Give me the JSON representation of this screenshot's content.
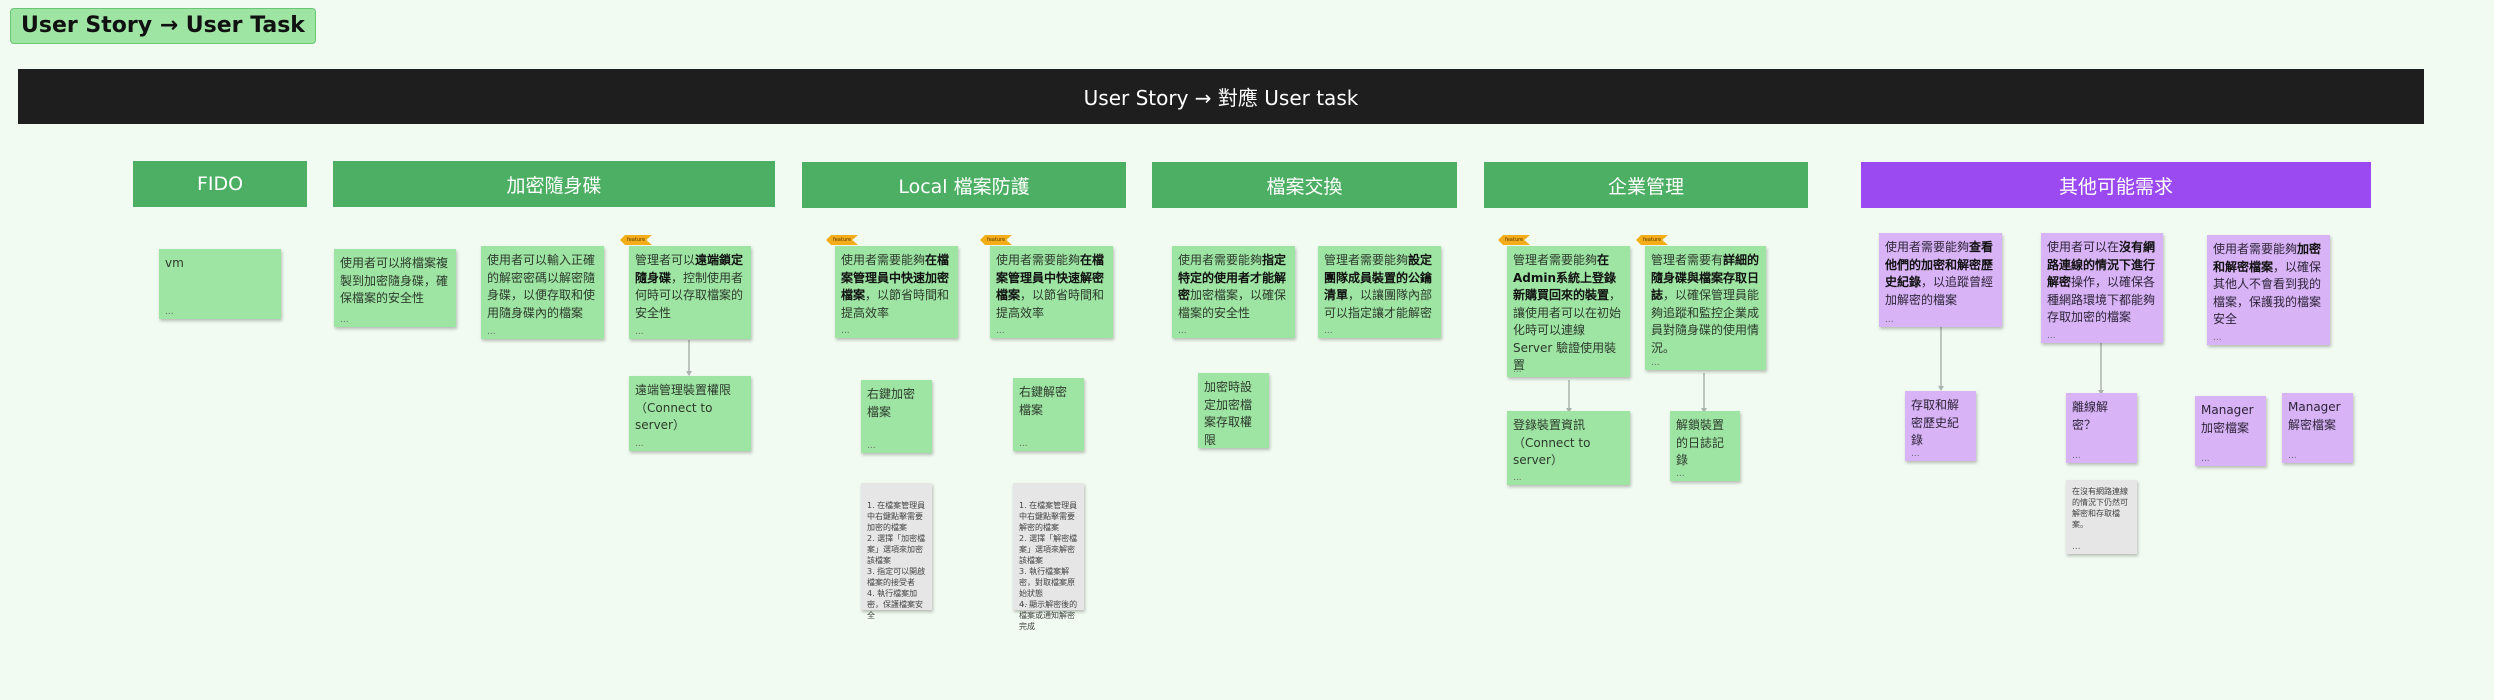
{
  "board": {
    "title": "User Story → User Task"
  },
  "banner": "User Story → 對應 User task",
  "colors": {
    "green_header": "#4caf63",
    "purple_header": "#9b49f0",
    "green_note": "#9ee4a3",
    "purple_note": "#d8b3f6",
    "gray_note": "#e6e6e6",
    "banner": "#1e1e1e",
    "tag": "#f4ad18"
  },
  "headers": [
    "FIDO",
    "加密隨身碟",
    "Local 檔案防護",
    "檔案交換",
    "企業管理",
    "其他可能需求"
  ],
  "tag_label": "feature",
  "ellipsis": "...",
  "notes": {
    "fido_vm": "vm",
    "usb_copy": "使用者可以將檔案複製到加密隨身碟，確保檔案的安全性",
    "usb_password": "使用者可以輸入正確的解密密碼以解密隨身碟，以便存取和使用隨身碟內的檔案",
    "usb_remote_a": "管理者可以",
    "usb_remote_b": "遠端鎖定隨身碟",
    "usb_remote_c": "，控制使用者何時可以存取檔案的安全性",
    "usb_remote_task": "遠端管理裝置權限（Connect to server）",
    "local_enc_a": "使用者需要能夠",
    "local_enc_b": "在檔案管理員中快速加密檔案",
    "local_enc_c": "，以節省時間和提高效率",
    "local_dec_a": "使用者需要能夠",
    "local_dec_b": "在檔案管理員中快速解密檔案",
    "local_dec_c": "，以節省時間和提高效率",
    "local_enc_task": "右鍵加密檔案",
    "local_dec_task": "右鍵解密檔案",
    "local_enc_steps": "1. 在檔案管理員中右鍵點擊需要加密的檔案\n2. 選擇「加密檔案」選項來加密該檔案\n3. 指定可以開啟檔案的接受者\n4. 執行檔案加密，保護檔案安全",
    "local_dec_steps": "1. 在檔案管理員中右鍵點擊需要解密的檔案\n2. 選擇「解密檔案」選項來解密該檔案\n3. 執行檔案解密，對取檔案原始狀態\n4. 顯示解密後的檔案或通知解密完成",
    "ex_specific_a": "使用者需要能夠",
    "ex_specific_b": "指定特定的使用者才能解密",
    "ex_specific_c": "加密檔案，以確保檔案的安全性",
    "ex_public_a": "管理者需要能夠",
    "ex_public_b": "設定團隊成員裝置的公鑰清單",
    "ex_public_c": "，以讓團隊內部可以指定讓才能解密",
    "ex_task": "加密時設定加密檔案存取權限",
    "ent_login_a": "管理者需要能夠",
    "ent_login_b": "在Admin系統上登錄新購買回來的裝置",
    "ent_login_c": "，讓使用者可以在初始化時可以連線 Server 驗證使用裝置",
    "ent_log_a": "管理者需要有",
    "ent_log_b": "詳細的隨身碟與檔案存取日誌",
    "ent_log_c": "，以確保管理員能夠追蹤和監控企業成員對隨身碟的使用情況。",
    "ent_login_task": "登錄裝置資訊（Connect to server）",
    "ent_log_task": "解鎖裝置的日誌記錄",
    "oth_history_a": "使用者需要能夠",
    "oth_history_b": "查看他們的加密和解密歷史紀錄",
    "oth_history_c": "，以追蹤曾經加解密的檔案",
    "oth_offline_a": "使用者可以在",
    "oth_offline_b": "沒有網路連線的情況下進行解密",
    "oth_offline_c": "操作，以確保各種網路環境下都能夠存取加密的檔案",
    "oth_protect_a": "使用者需要能夠",
    "oth_protect_b": "加密和解密檔案",
    "oth_protect_c": "，以確保其他人不會看到我的檔案，保護我的檔案安全",
    "oth_history_task": "存取和解密歷史紀錄",
    "oth_offline_task": "離線解密？",
    "oth_offline_note": "在沒有網路連線的情況下仍然可解密和存取檔案。",
    "oth_mgr_enc": "Manager 加密檔案",
    "oth_mgr_dec": "Manager 解密檔案"
  }
}
